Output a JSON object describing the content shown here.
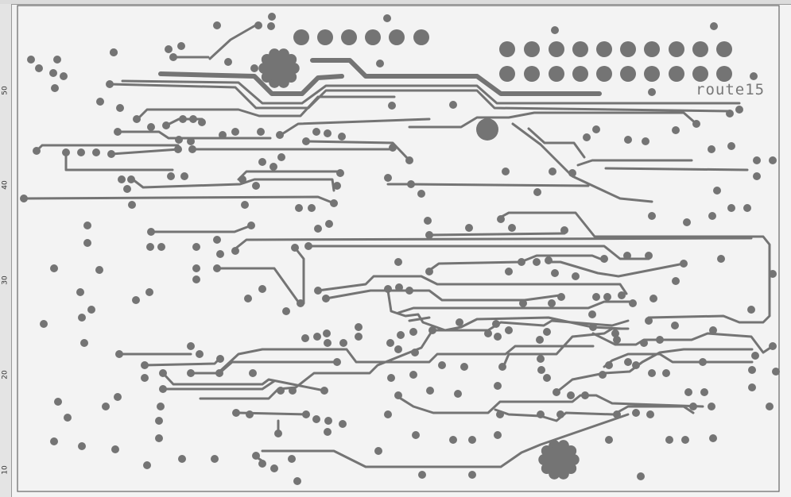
{
  "window": {
    "title": ""
  },
  "ruler": {
    "labels": [
      "50",
      "40",
      "30",
      "20",
      "10"
    ]
  },
  "board": {
    "label": "route15",
    "trace_color": "#747474",
    "background": "#f3f3f3"
  }
}
